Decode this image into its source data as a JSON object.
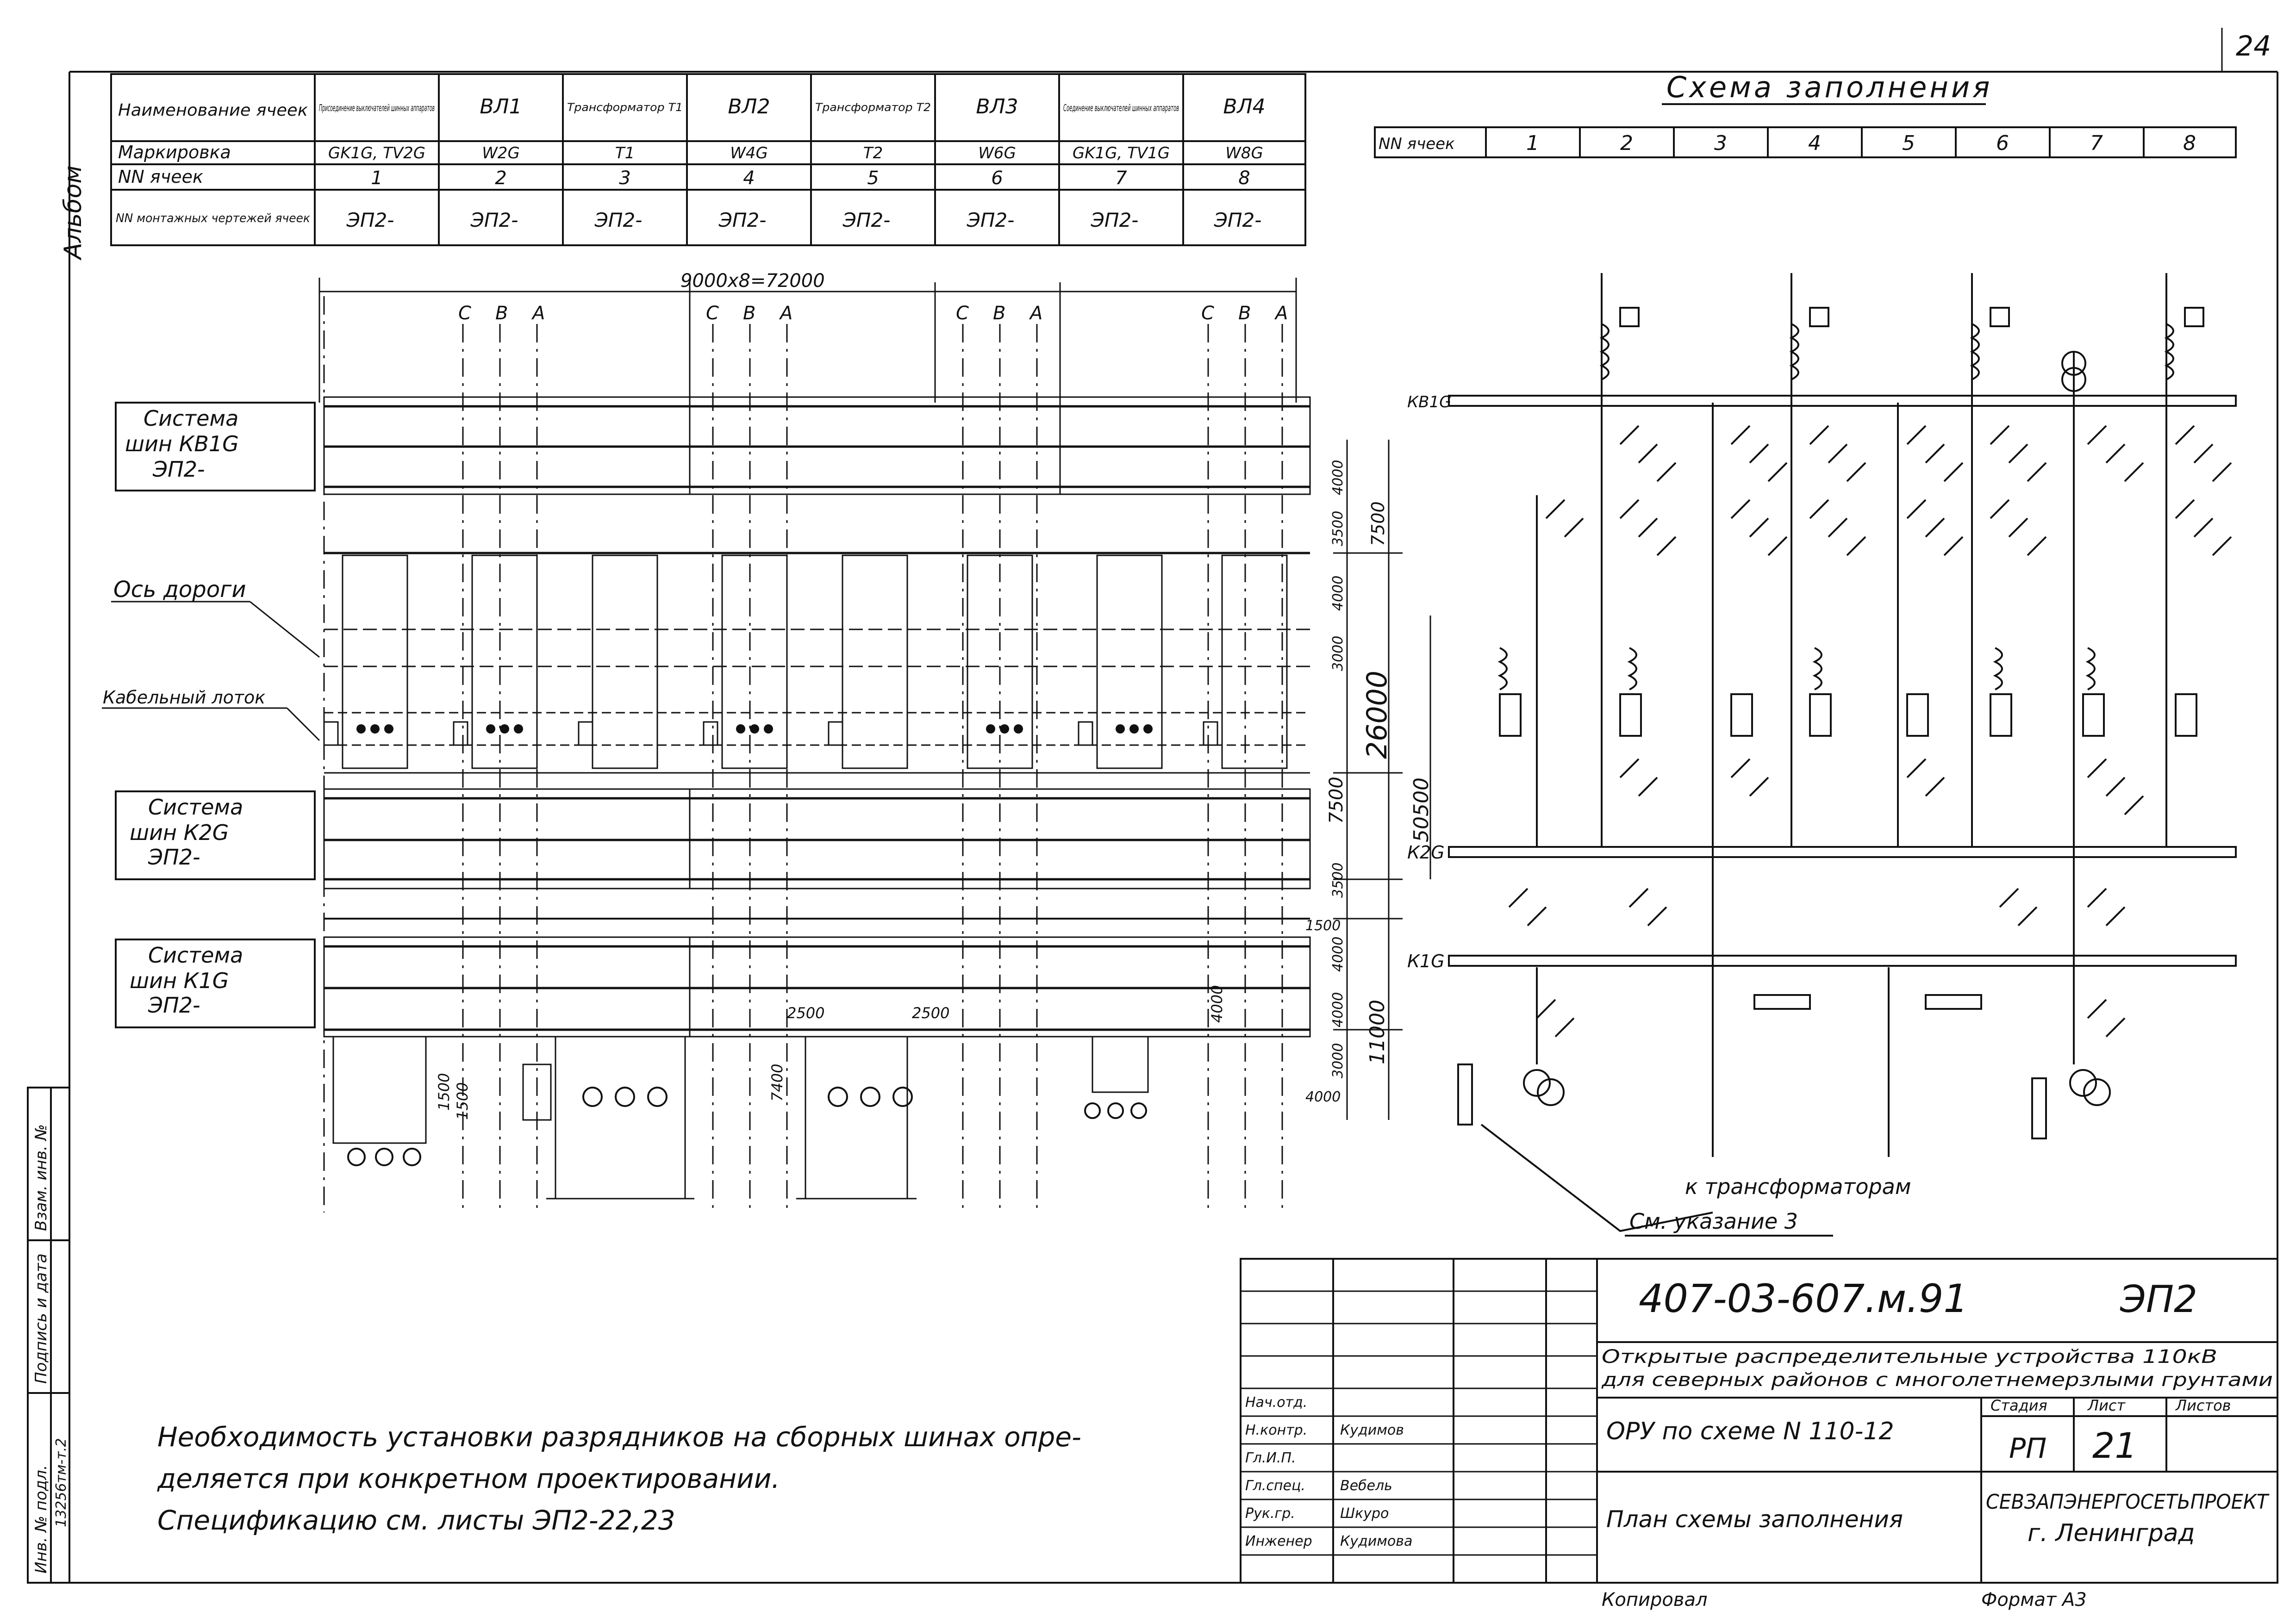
{
  "sheet_number": "24",
  "album": "Альбом",
  "cells_table": {
    "row_headers": [
      "Наименование ячеек",
      "Маркировка",
      "NN ячеек",
      "NN монтажных чертежей ячеек"
    ],
    "columns": [
      {
        "name": "Присоединение выключателей шинных аппаратов",
        "mark": "GK1G, TV2G",
        "num": "1",
        "drawing": "ЭП2-"
      },
      {
        "name": "ВЛ1",
        "mark": "W2G",
        "num": "2",
        "drawing": "ЭП2-"
      },
      {
        "name": "Трансформатор T1",
        "mark": "T1",
        "num": "3",
        "drawing": "ЭП2-"
      },
      {
        "name": "ВЛ2",
        "mark": "W4G",
        "num": "4",
        "drawing": "ЭП2-"
      },
      {
        "name": "Трансформатор T2",
        "mark": "T2",
        "num": "5",
        "drawing": "ЭП2-"
      },
      {
        "name": "ВЛ3",
        "mark": "W6G",
        "num": "6",
        "drawing": "ЭП2-"
      },
      {
        "name": "Соединение выключателей шинных аппаратов",
        "mark": "GK1G, TV1G",
        "num": "7",
        "drawing": "ЭП2-"
      },
      {
        "name": "ВЛ4",
        "mark": "W8G",
        "num": "8",
        "drawing": "ЭП2-"
      }
    ]
  },
  "fill_scheme": {
    "title": "Схема заполнения",
    "row_label": "NN ячеек",
    "cells": [
      "1",
      "2",
      "3",
      "4",
      "5",
      "6",
      "7",
      "8"
    ],
    "bus_labels": [
      "КВ1G",
      "К2G",
      "К1G"
    ],
    "to_transformers": "к трансформаторам",
    "see_note": "См. указание 3"
  },
  "plan": {
    "span_dim": "9000x8=72000",
    "phase_labels": [
      "C",
      "B",
      "A"
    ],
    "bus_systems": [
      {
        "line1": "Система",
        "line2": "шин КВ1G",
        "line3": "ЭП2-"
      },
      {
        "line1": "Система",
        "line2": "шин К2G",
        "line3": "ЭП2-"
      },
      {
        "line1": "Система",
        "line2": "шин К1G",
        "line3": "ЭП2-"
      }
    ],
    "road_axis": "Ось дороги",
    "cable_tray": "Кабельный лоток",
    "dims_right": [
      "4000",
      "7500",
      "3500",
      "4000",
      "3000",
      "26000",
      "7500",
      "3500",
      "4000",
      "4000",
      "11000",
      "3000",
      "50500",
      "1500",
      "4000"
    ],
    "dims_inner": [
      "2500",
      "2500",
      "4000",
      "1500",
      "1500",
      "7400"
    ]
  },
  "notes": [
    "Необходимость установки разрядников на сборных шинах опре-",
    "деляется при конкретном проектировании.",
    "Спецификацию см. листы ЭП2-22,23"
  ],
  "title_block": {
    "doc_code": "407-03-607.м.91",
    "sheet_code": "ЭП2",
    "subtitle1": "Открытые распределительные устройства 110кВ",
    "subtitle2": "для северных районов с многолетнемерзлыми грунтами",
    "object": "ОРУ по схеме N 110-12",
    "drawing_title": "План схемы заполнения",
    "stage_label": "Стадия",
    "sheet_label": "Лист",
    "sheets_label": "Листов",
    "stage": "РП",
    "sheet": "21",
    "org1": "СЕВЗАПЭНЕРГОСЕТЬПРОЕКТ",
    "org2": "г. Ленинград",
    "roles": [
      "Нач.отд.",
      "Н.контр.",
      "Гл.И.П.",
      "Гл.спец.",
      "Рук.гр.",
      "Инженер"
    ],
    "names": [
      "",
      "Кудимов",
      "",
      "Вебель",
      "Шкуро",
      "Кудимова"
    ],
    "copied": "Копировал",
    "format": "Формат А3"
  },
  "side_stamp": {
    "inv": "Инв. № подл.",
    "sign": "Подпись и дата",
    "repl": "Взам. инв. №",
    "number": "13256тм-т.2"
  }
}
